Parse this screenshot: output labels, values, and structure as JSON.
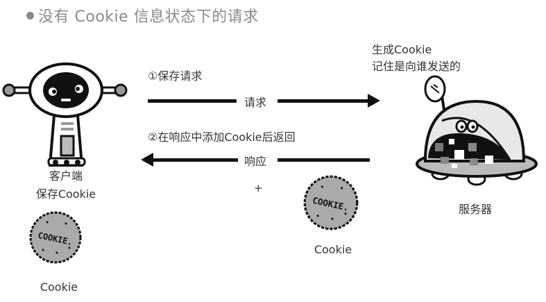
{
  "title": "没有 Cookie 信息状态下的请求",
  "client": {
    "label_line1": "客户端",
    "label_line2": "保存Cookie",
    "cookie_label": "Cookie",
    "cookie_text": "COOKIE."
  },
  "server": {
    "note_line1": "生成Cookie",
    "note_line2": "记住是向谁发送的",
    "label": "服务器"
  },
  "request": {
    "step": "①保存请求",
    "arrow_label": "请求"
  },
  "response": {
    "step": "②在响应中添加Cookie后返回",
    "arrow_label": "响应",
    "plus": "+",
    "cookie_label": "Cookie",
    "cookie_text": "COOKIE."
  }
}
